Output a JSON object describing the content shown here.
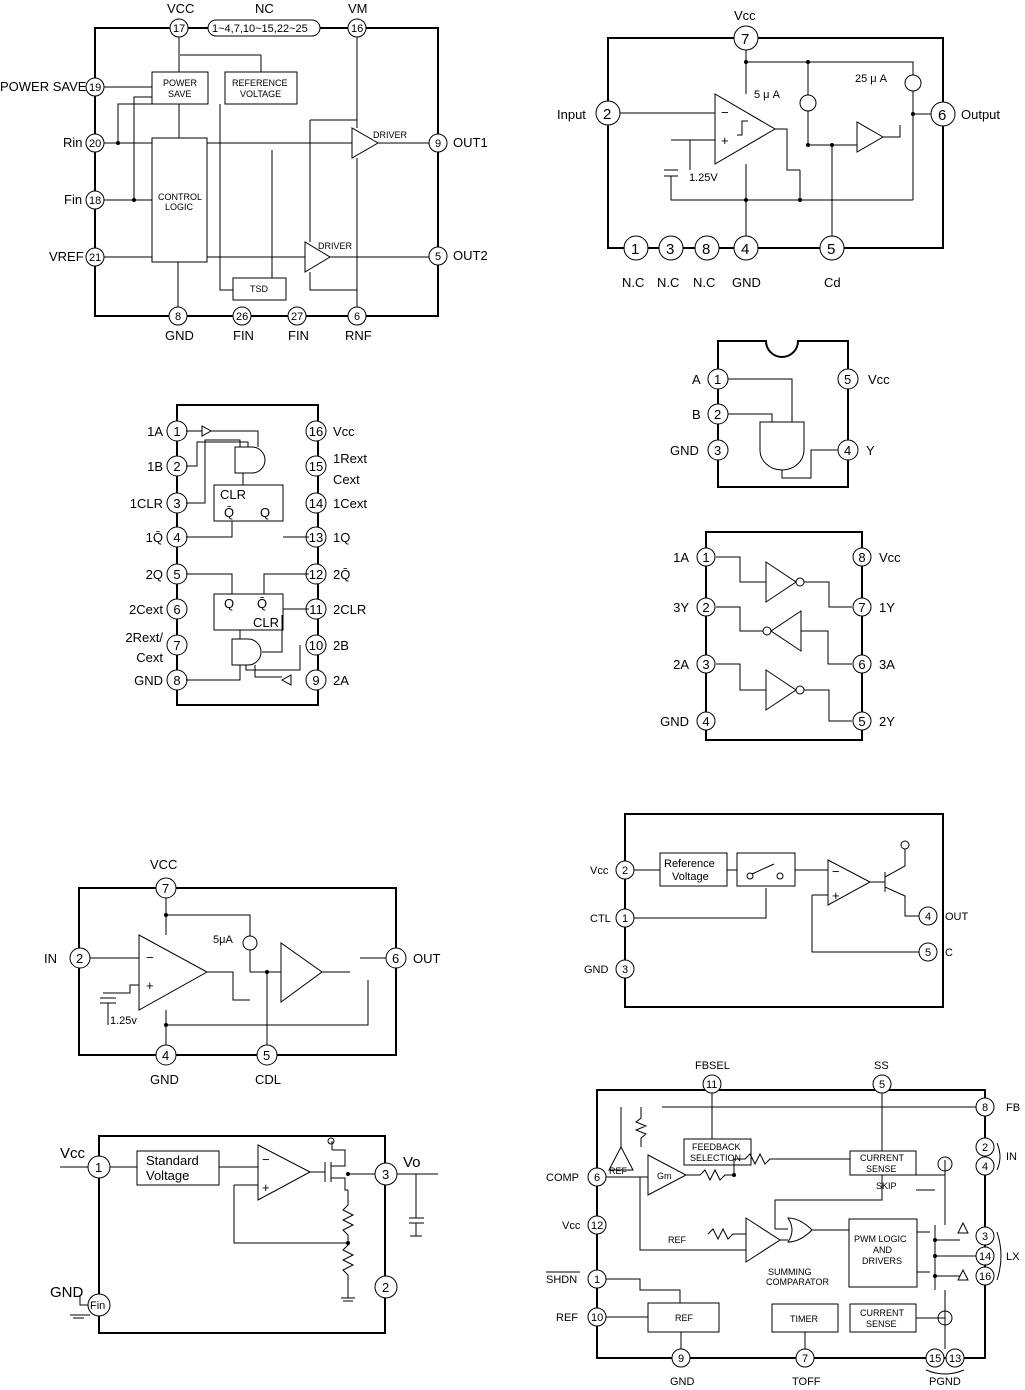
{
  "d1": {
    "labels": {
      "vcc": "VCC",
      "nc": "NC",
      "nc_range": "1~4,7,10~15,22~25",
      "vm": "VM",
      "power_save": "POWER SAVE",
      "rin": "Rin",
      "fin": "Fin",
      "vref": "VREF",
      "out1": "OUT1",
      "out2": "OUT2",
      "gnd": "GND",
      "fin26": "FIN",
      "fin27": "FIN",
      "rnf": "RNF",
      "power_save_block": [
        "POWER",
        "SAVE"
      ],
      "reference_voltage_block": [
        "REFERENCE",
        "VOLTAGE"
      ],
      "control_logic_block": [
        "CONTROL",
        "LOGIC"
      ],
      "tsd": "TSD",
      "driver1": "DRIVER",
      "driver2": "DRIVER"
    },
    "pins": {
      "vcc": "17",
      "vm": "16",
      "power_save": "19",
      "rin": "20",
      "fin": "18",
      "vref": "21",
      "out1": "9",
      "out2": "5",
      "gnd": "8",
      "fin26": "26",
      "fin27": "27",
      "rnf": "6"
    }
  },
  "d2": {
    "labels": {
      "vcc": "Vcc",
      "input": "Input",
      "output": "Output",
      "i5": "5 μ A",
      "i25": "25 μ A",
      "v125": "1.25V",
      "nc1": "N.C",
      "nc3": "N.C",
      "nc8": "N.C",
      "gnd": "GND",
      "cd": "Cd"
    },
    "pins": {
      "vcc": "7",
      "input": "2",
      "output": "6",
      "nc1": "1",
      "nc3": "3",
      "nc8": "8",
      "gnd": "4",
      "cd": "5"
    }
  },
  "d3": {
    "labels": {
      "a1": "1A",
      "b1": "1B",
      "clr1": "1CLR",
      "qb1": "1Q̄",
      "q2": "2Q",
      "cext2": "2Cext",
      "rext2": [
        "2Rext/",
        "Cext"
      ],
      "gnd": "GND",
      "vcc": "Vcc",
      "rext1": [
        "1Rext",
        "Cext"
      ],
      "cext1": "1Cext",
      "q1": "1Q",
      "qb2": "2Q̄",
      "clr2": "2CLR",
      "b2": "2B",
      "a2": "2A",
      "clr": "CLR",
      "q": "Q",
      "qbar": "Q̄"
    },
    "pins": {
      "p1": "1",
      "p2": "2",
      "p3": "3",
      "p4": "4",
      "p5": "5",
      "p6": "6",
      "p7": "7",
      "p8": "8",
      "p9": "9",
      "p10": "10",
      "p11": "11",
      "p12": "12",
      "p13": "13",
      "p14": "14",
      "p15": "15",
      "p16": "16"
    }
  },
  "d4": {
    "labels": {
      "a": "A",
      "b": "B",
      "gnd": "GND",
      "vcc": "Vcc",
      "y": "Y"
    },
    "pins": {
      "a": "1",
      "b": "2",
      "gnd": "3",
      "vcc": "5",
      "y": "4"
    }
  },
  "d5": {
    "labels": {
      "a1": "1A",
      "y3": "3Y",
      "a2": "2A",
      "gnd": "GND",
      "vcc": "Vcc",
      "y1": "1Y",
      "a3": "3A",
      "y2": "2Y"
    },
    "pins": {
      "p1": "1",
      "p2": "2",
      "p3": "3",
      "p4": "4",
      "p8": "8",
      "p7": "7",
      "p6": "6",
      "p5": "5"
    }
  },
  "d6": {
    "labels": {
      "vcc": "VCC",
      "in": "IN",
      "out": "OUT",
      "i5": "5μA",
      "v125": "1.25v",
      "gnd": "GND",
      "cdl": "CDL"
    },
    "pins": {
      "vcc": "7",
      "in": "2",
      "out": "6",
      "gnd": "4",
      "cdl": "5"
    }
  },
  "d7": {
    "labels": {
      "vcc": "Vcc",
      "ref": [
        "Reference",
        "Voltage"
      ],
      "ctl": "CTL",
      "gnd": "GND",
      "out": "OUT",
      "c": "C"
    },
    "pins": {
      "vcc": "2",
      "ctl": "1",
      "gnd": "3",
      "out": "4",
      "c": "5"
    }
  },
  "d8": {
    "labels": {
      "vcc": "Vcc",
      "std": [
        "Standard",
        "Voltage"
      ],
      "vo": "Vo",
      "gnd": "GND",
      "fin": "Fin"
    },
    "pins": {
      "vcc": "1",
      "vo": "3",
      "p2": "2"
    }
  },
  "d9": {
    "labels": {
      "fbsel": "FBSEL",
      "ss": "SS",
      "fb": "FB",
      "in": "IN",
      "lx": "LX",
      "comp": "COMP",
      "vcc": "Vcc",
      "shdn": "SHDN",
      "ref": "REF",
      "gnd": "GND",
      "toff": "TOFF",
      "pgnd": "PGND",
      "feedback": [
        "FEEDBACK",
        "SELECTION"
      ],
      "cs1": [
        "CURRENT",
        "SENSE"
      ],
      "cs2": [
        "CURRENT",
        "SENSE"
      ],
      "skip": "SKIP",
      "pwm": [
        "PWM LOGIC",
        "AND",
        "DRIVERS"
      ],
      "summing": [
        "SUMMING",
        "COMPARATOR"
      ],
      "gm": "Gm",
      "ref_in1": "REF",
      "ref_in2": "REF",
      "ref_block": "REF",
      "timer": "TIMER"
    },
    "pins": {
      "fbsel": "11",
      "ss": "5",
      "fb": "8",
      "in2": "2",
      "in4": "4",
      "lx3": "3",
      "lx14": "14",
      "lx16": "16",
      "comp": "6",
      "vcc": "12",
      "shdn": "1",
      "ref": "10",
      "gnd": "9",
      "toff": "7",
      "pgnd15": "15",
      "pgnd13": "13"
    }
  }
}
